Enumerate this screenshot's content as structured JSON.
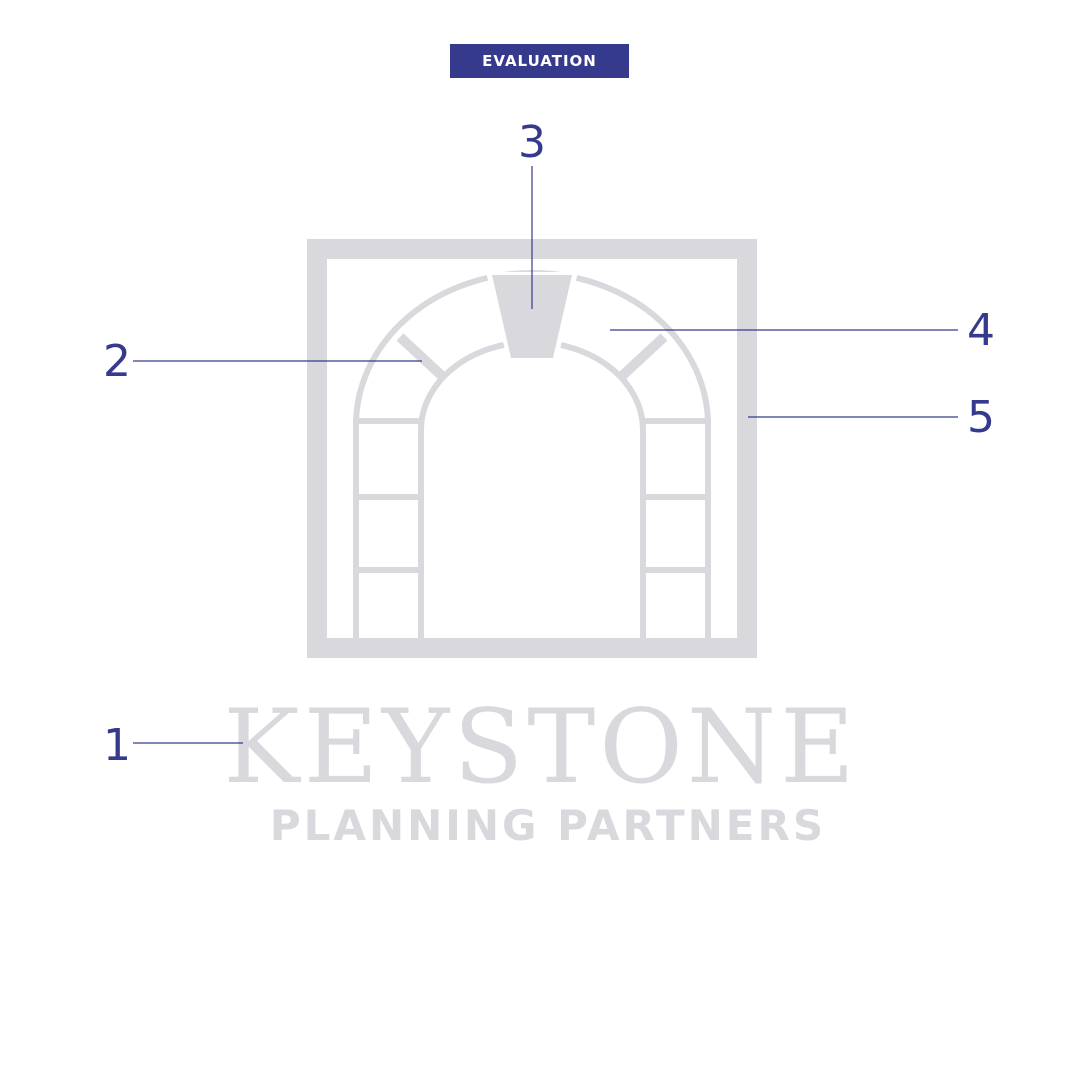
{
  "header": {
    "badge_label": "EVALUATION"
  },
  "logo": {
    "name": "KEYSTONE",
    "tagline": "PLANNING PARTNERS",
    "color": "#d9d8dd"
  },
  "callouts": [
    {
      "number": "1"
    },
    {
      "number": "2"
    },
    {
      "number": "3"
    },
    {
      "number": "4"
    },
    {
      "number": "5"
    }
  ],
  "colors": {
    "accent": "#353a8c",
    "logo_gray": "#d9d8dd",
    "background": "#ffffff"
  }
}
